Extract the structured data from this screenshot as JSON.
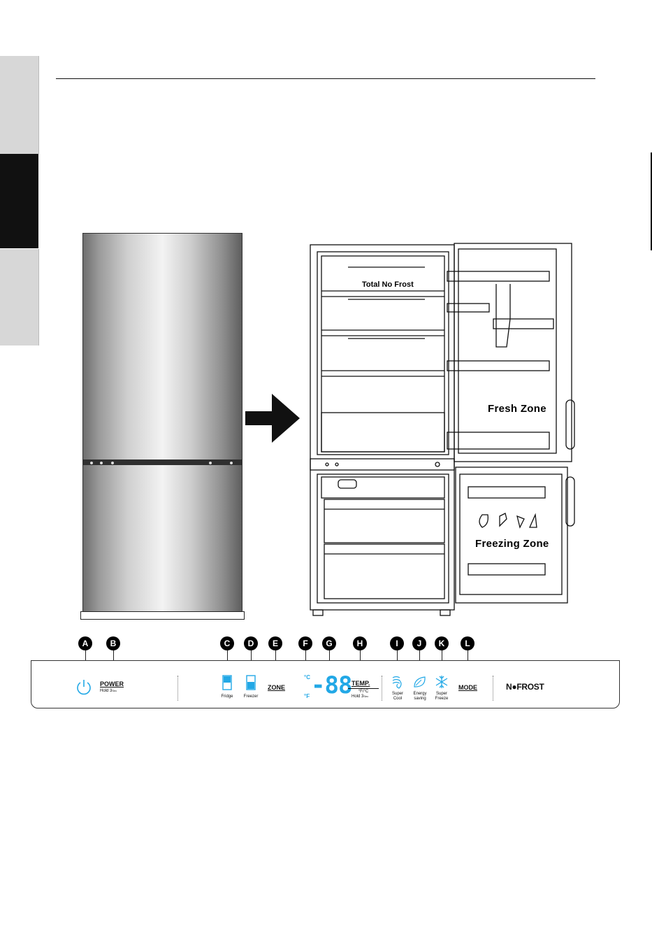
{
  "markers": [
    "A",
    "B",
    "C",
    "D",
    "E",
    "F",
    "G",
    "H",
    "I",
    "J",
    "K",
    "L"
  ],
  "fridge_open": {
    "label_top": "Total No Frost",
    "label_fresh": "Fresh Zone",
    "label_freezing": "Freezing Zone"
  },
  "panel": {
    "power_label": "POWER",
    "power_hold": "Hold 3",
    "power_hold_unit": "Sec",
    "fridge_label": "Fridge",
    "freezer_label": "Freezer",
    "zone_label": "ZONE",
    "celsius": "°C",
    "fahrenheit": "°F",
    "display_digits": "-88",
    "temp_label": "TEMP.",
    "temp_units": "°F/°C",
    "temp_hold": "Hold 3",
    "temp_hold_unit": "Sec",
    "super_cool_line1": "Super",
    "super_cool_line2": "Cool",
    "energy_line1": "Energy",
    "energy_line2": "saving",
    "super_freeze_line1": "Super",
    "super_freeze_line2": "Freeze",
    "mode_label": "MODE",
    "brand": "N●FROST"
  },
  "colors": {
    "indicator_blue": "#22a8e6"
  }
}
